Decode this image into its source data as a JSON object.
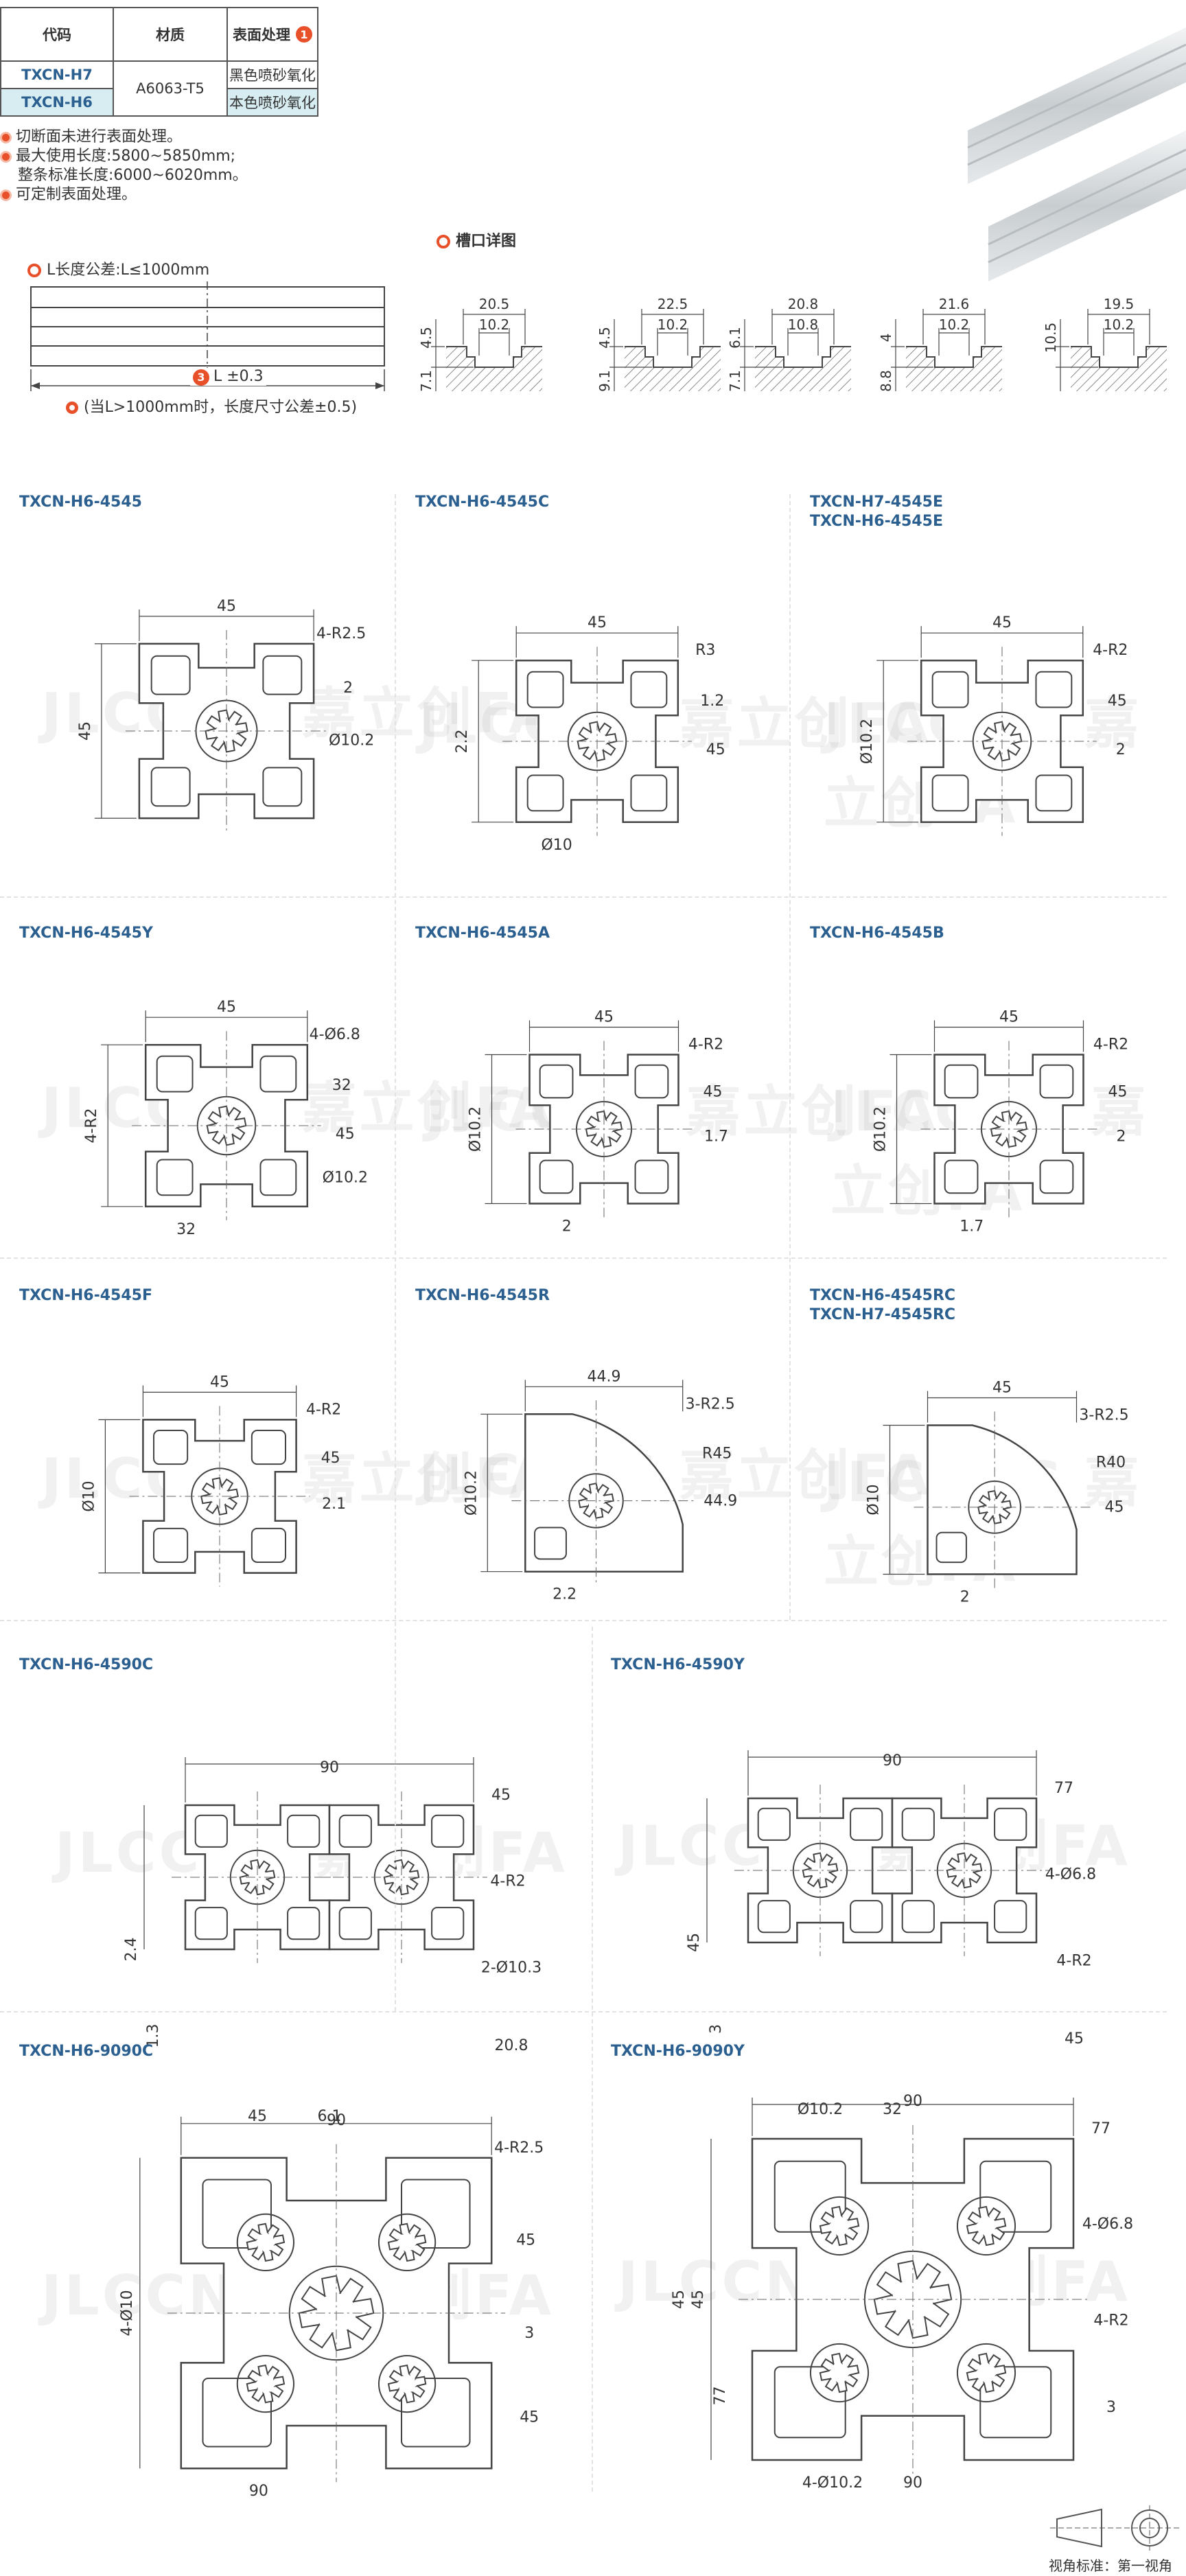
{
  "spec_table": {
    "headers": [
      "代码",
      "材质",
      "表面处理"
    ],
    "header_badge": "1",
    "rows": [
      {
        "code": "TXCN-H7",
        "surface": "黑色喷砂氧化"
      },
      {
        "code": "TXCN-H6",
        "surface": "本色喷砂氧化"
      }
    ],
    "material": "A6063-T5"
  },
  "notes": [
    "切断面未进行表面处理。",
    "最大使用长度:5800~5850mm;",
    "整条标准长度:6000~6020mm。",
    "可定制表面处理。"
  ],
  "length_diagram": {
    "tolerance_label": "L长度公差:L≤1000mm",
    "badge": "3",
    "dim_label": "L ±0.3",
    "footnote": "(当L>1000mm时，长度尺寸公差±0.5)"
  },
  "slot_detail": {
    "title": "槽口详图",
    "slots": [
      {
        "top": "20.5",
        "mid": "10.2",
        "side1": "4.5",
        "side2": "7.1"
      },
      {
        "top": "22.5",
        "mid": "10.2",
        "side1": "4.5",
        "side2": "9.1"
      },
      {
        "top": "20.8",
        "mid": "10.8",
        "side1": "6.1",
        "side2": "7.1"
      },
      {
        "top": "21.6",
        "mid": "10.2",
        "side1": "4",
        "side2": "8.8"
      },
      {
        "top": "19.5",
        "mid": "10.2",
        "side1": "10.5",
        "side2": ""
      }
    ]
  },
  "profiles": [
    {
      "title": "TXCN-H6-4545",
      "title2": "",
      "labels": [
        "45",
        "4-R2.5",
        "2",
        "45",
        "Ø10.2"
      ]
    },
    {
      "title": "TXCN-H6-4545C",
      "title2": "",
      "labels": [
        "45",
        "R3",
        "1.2",
        "2.2",
        "45",
        "Ø10"
      ]
    },
    {
      "title": "TXCN-H7-4545E",
      "title2": "TXCN-H6-4545E",
      "labels": [
        "45",
        "4-R2",
        "45",
        "Ø10.2",
        "2"
      ]
    },
    {
      "title": "TXCN-H6-4545Y",
      "title2": "",
      "labels": [
        "45",
        "4-Ø6.8",
        "32",
        "4-R2",
        "45",
        "32",
        "Ø10.2"
      ]
    },
    {
      "title": "TXCN-H6-4545A",
      "title2": "",
      "labels": [
        "45",
        "4-R2",
        "45",
        "Ø10.2",
        "1.7",
        "2"
      ]
    },
    {
      "title": "TXCN-H6-4545B",
      "title2": "",
      "labels": [
        "45",
        "4-R2",
        "45",
        "Ø10.2",
        "2",
        "1.7"
      ]
    },
    {
      "title": "TXCN-H6-4545F",
      "title2": "",
      "labels": [
        "45",
        "4-R2",
        "45",
        "Ø10",
        "2.1"
      ]
    },
    {
      "title": "TXCN-H6-4545R",
      "title2": "",
      "labels": [
        "44.9",
        "3-R2.5",
        "R45",
        "Ø10.2",
        "44.9",
        "2.2"
      ]
    },
    {
      "title": "TXCN-H6-4545RC",
      "title2": "TXCN-H7-4545RC",
      "labels": [
        "45",
        "3-R2.5",
        "R40",
        "Ø10",
        "45",
        "2"
      ]
    },
    {
      "title": "TXCN-H6-4590C",
      "title2": "",
      "labels": [
        "90",
        "45",
        "4-R2",
        "2.4",
        "2-Ø10.3",
        "45",
        "20.8",
        "6.1",
        "1.3"
      ]
    },
    {
      "title": "TXCN-H6-4590Y",
      "title2": "",
      "labels": [
        "90",
        "77",
        "4-Ø6.8",
        "45",
        "4-R2",
        "Ø10.2",
        "45",
        "32",
        "3"
      ]
    },
    {
      "title": "TXCN-H6-9090C",
      "title2": "",
      "labels": [
        "90",
        "4-R2.5",
        "45",
        "4-Ø10",
        "3",
        "90",
        "45"
      ]
    },
    {
      "title": "TXCN-H6-9090Y",
      "title2": "",
      "labels": [
        "90",
        "77",
        "4-Ø6.8",
        "45",
        "4-R2",
        "4-Ø10.2",
        "3",
        "90",
        "77",
        "45"
      ]
    }
  ],
  "watermark": "JLCCNC 嘉立创FA",
  "footer": {
    "view_standard": "视角标准：第一视角"
  },
  "colors": {
    "accent": "#e8502a",
    "code_blue": "#2a5f8f",
    "table_teal": "#d7edf2"
  }
}
